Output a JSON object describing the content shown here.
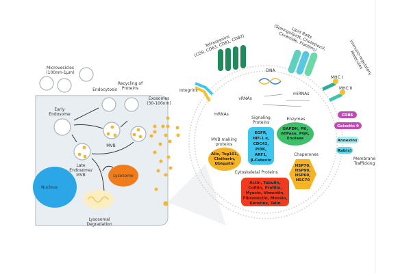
{
  "cell": {
    "microvesicles": [
      "Microvesicles",
      "(100nm-1μm)"
    ],
    "endocytosis": "Endocytosis",
    "recycling": [
      "Recycling of",
      "Proteins"
    ],
    "early_endosome": [
      "Early",
      "Endosome"
    ],
    "mvb": "MVB",
    "late_endosome": [
      "Late",
      "Endosome/",
      "MVB"
    ],
    "nucleus": "Nucleus",
    "lysosome": "Lysosome",
    "degradation": [
      "Lysosomal",
      "Degradation"
    ],
    "exosomes": [
      "Exosomes",
      "(30-100nm)"
    ]
  },
  "exosome_detail": {
    "tetraspanins": [
      "Tetraspanins",
      "(CD9, CD63, CD81, CD82)"
    ],
    "lipid_rafts": [
      "Lipid Rafts",
      "(Sphingolipids, Cholesterol,",
      "Ceramide, Flotillins)"
    ],
    "immuno": [
      "Immuno-regulatory",
      "Molecules"
    ],
    "integrins": "Integrins",
    "dna": "DNA",
    "vrnas": "vRNAs",
    "mirnas": "miRNAs",
    "mrnas": "mRNAs",
    "mhc1": "MHC I",
    "mhc2": "MHC II",
    "cd86": "CD86",
    "galectin": "Galectin 9",
    "annexins": "Annexins",
    "rabs": "Rab(s)",
    "membrane_trafficking": [
      "Membrane",
      "Trafficking"
    ],
    "signaling": {
      "title": [
        "Signaling",
        "Proteins"
      ],
      "items": [
        "EGFR,",
        "HIF-1 α,",
        "CDC42,",
        "PI3K,",
        "ARF1,",
        "β-Catenin"
      ]
    },
    "enzymes": {
      "title": "Enzymes",
      "items": [
        "GAPDH, PK,",
        "ATPase, PGK,",
        "Enolase"
      ]
    },
    "mvb_proteins": {
      "title": [
        "MVB making",
        "proteins"
      ],
      "items": [
        "Alix, Tsg101,",
        "Clatherin,",
        "Ubiquitin"
      ]
    },
    "chaperones": {
      "title": "Chaperones",
      "items": [
        "HSP70,",
        "HSP90,",
        "HSP60,",
        "HSC70"
      ]
    },
    "cytoskeletal": {
      "title": "Cytoskeletal Proteins",
      "items": [
        "Actin, Tubulin,",
        "Cofilin, Profilin,",
        "Myocin, Vimentin,",
        "Fibronectin, Meosin,",
        "Keratins, Talin"
      ]
    }
  },
  "colors": {
    "nucleus": "#2ba6e6",
    "lysosome": "#f07d1a",
    "exosome": "#f2b630",
    "signaling": "#3fc6ee",
    "enzymes": "#3cc06a",
    "mvb": "#f6b323",
    "chaperones": "#f6b323",
    "cytoskeletal": "#ef3b1e",
    "immuno": "#c04bb8",
    "trafficking": "#7fdde8",
    "tetraspanin": "#1f8a5a"
  }
}
